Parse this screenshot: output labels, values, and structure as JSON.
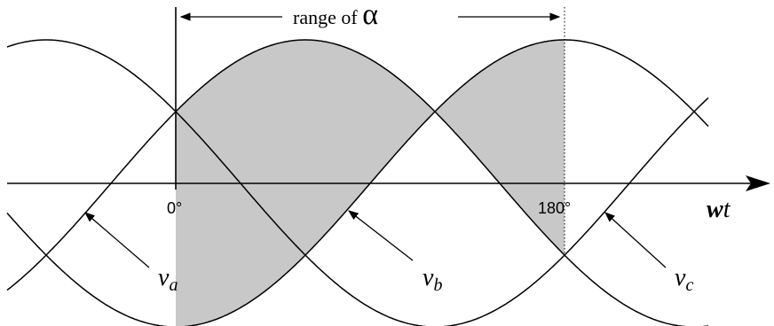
{
  "colors": {
    "stroke": "#000000",
    "shade": "#c8c8c8",
    "background": "#ffffff"
  },
  "range_label": {
    "text": "range of ",
    "symbol": "α"
  },
  "axis": {
    "label_bold": "w",
    "label_italic": "t",
    "tick_0": "0°",
    "tick_180": "180°"
  },
  "waves": [
    {
      "name": "v",
      "subscript": "a",
      "phase_deg": 30
    },
    {
      "name": "v",
      "subscript": "b",
      "phase_deg": -90
    },
    {
      "name": "v",
      "subscript": "c",
      "phase_deg": 150
    }
  ]
}
